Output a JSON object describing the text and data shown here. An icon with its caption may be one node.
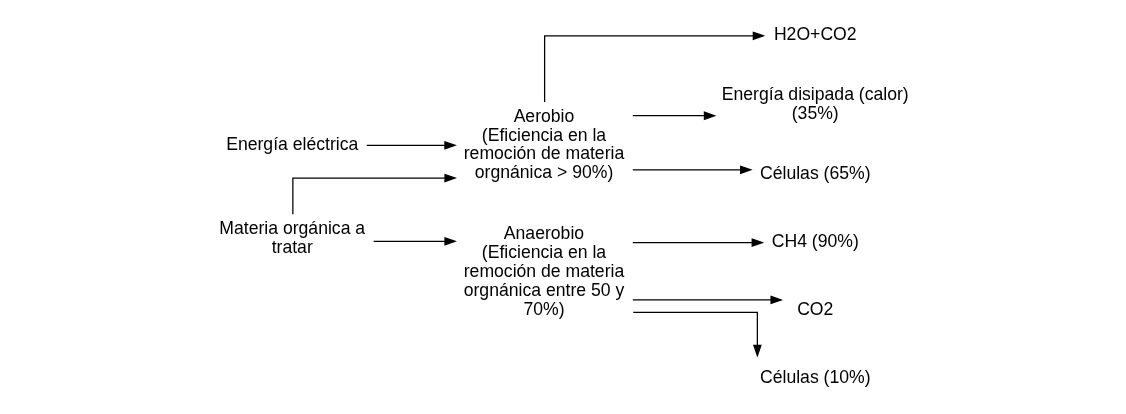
{
  "diagram": {
    "nodes": [
      {
        "text": [
          "Energía eléctrica"
        ]
      },
      {
        "text": [
          "Aerobio",
          "(Eficiencia en la remoción de materia orgnánica > 90%)"
        ]
      },
      {
        "text": [
          "H2O+CO2"
        ]
      },
      {
        "text": [
          "Energía disipada (calor) (35%)"
        ]
      },
      {
        "text": [
          "Células (65%)"
        ]
      },
      {
        "text": [
          "Materia orgánica a tratar"
        ]
      },
      {
        "text": [
          "Anaerobio",
          "(Eficiencia en la remoción de materia orgnánica entre 50 y 70%)"
        ]
      },
      {
        "text": [
          "CH4 (90%)"
        ]
      },
      {
        "text": [
          "CO2"
        ]
      },
      {
        "text": [
          "Células (10%)"
        ]
      }
    ],
    "edges": [
      {
        "from": 0,
        "to": 1,
        "arrow": "to"
      },
      {
        "from": 5,
        "to": 1,
        "arrow": "to"
      },
      {
        "from": 5,
        "to": 6,
        "arrow": "to"
      },
      {
        "from": 1,
        "to": 2,
        "arrow": "to"
      },
      {
        "from": 1,
        "to": 3,
        "arrow": "to"
      },
      {
        "from": 1,
        "to": 4,
        "arrow": "to"
      },
      {
        "from": 6,
        "to": 7,
        "arrow": "to"
      },
      {
        "from": 6,
        "to": 8,
        "arrow": "to"
      },
      {
        "from": 6,
        "to": 9,
        "arrow": "to"
      }
    ]
  }
}
